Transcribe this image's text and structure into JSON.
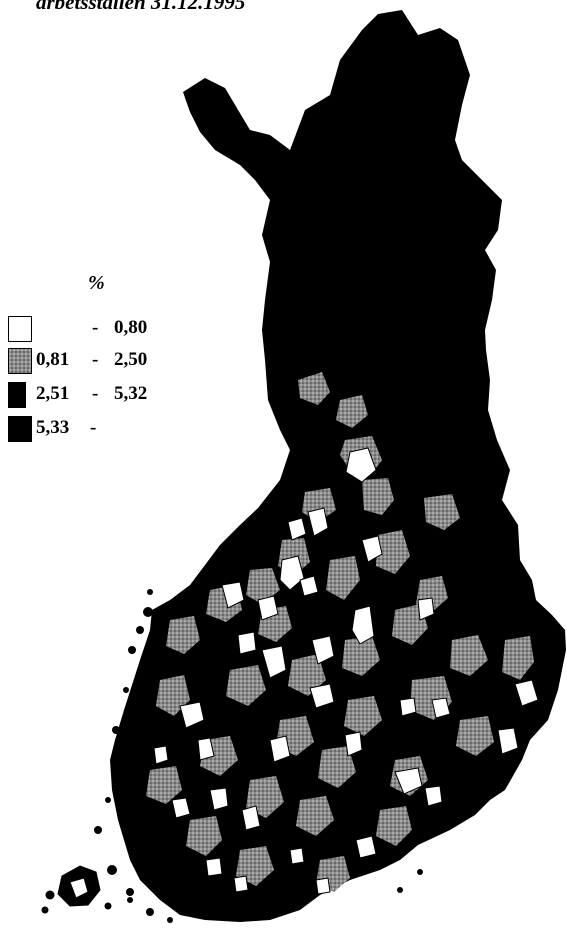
{
  "caption": "arbetsstallen 31.12.1995",
  "legend": {
    "title": "%",
    "classes": [
      {
        "from": "",
        "sep": "-",
        "to": "0,80",
        "color": "#ffffff",
        "pattern": "none"
      },
      {
        "from": "0,81",
        "sep": "-",
        "to": "2,50",
        "color": "#8a8a8a",
        "pattern": "dots"
      },
      {
        "from": "2,51",
        "sep": "-",
        "to": "5,32",
        "color": "#000000",
        "pattern": "none"
      },
      {
        "from": "5,33",
        "sep": "-",
        "to": "",
        "color": "#000000",
        "pattern": "none"
      }
    ]
  },
  "colors": {
    "background": "#ffffff",
    "land": "#000000",
    "stipple": "#8a8a8a",
    "low": "#ffffff"
  }
}
